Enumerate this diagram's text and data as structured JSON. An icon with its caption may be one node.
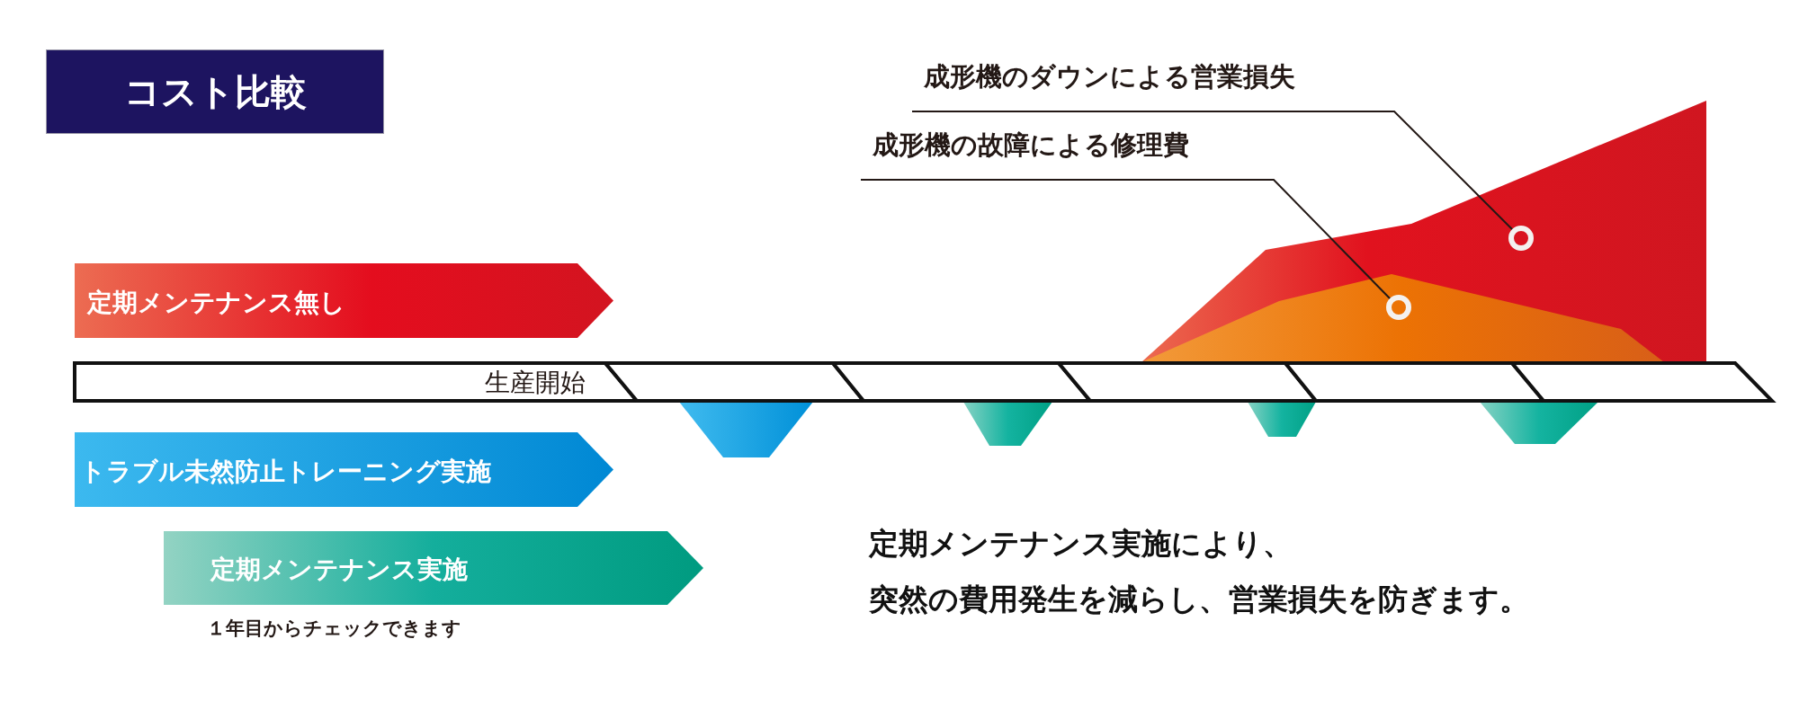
{
  "diagram": {
    "title": "コスト比較",
    "nodes": [
      {
        "text": [
          "定期メンテナンス無し"
        ]
      },
      {
        "text": [
          "トラブル未然防止トレーニング実施"
        ]
      },
      {
        "text": [
          "定期メンテナンス実施"
        ],
        "beside": [
          "１年目からチェックできます"
        ]
      },
      {
        "text": [
          "生産開始"
        ]
      },
      {
        "text": [],
        "shape": "box"
      },
      {
        "text": [],
        "shape": "box"
      },
      {
        "text": [],
        "shape": "box"
      },
      {
        "text": [],
        "shape": "box"
      },
      {
        "text": [],
        "shape": "box"
      },
      {
        "text": [
          "成形機のダウンによる営業損失"
        ]
      },
      {
        "text": [
          "成形機の故障による修理費"
        ]
      },
      {
        "text": [],
        "shape": "circle"
      },
      {
        "text": [],
        "shape": "circle"
      }
    ],
    "edges": [
      {
        "from": 9,
        "to": 11,
        "arrow": "none"
      },
      {
        "from": 10,
        "to": 12,
        "arrow": "none"
      }
    ],
    "labels": [
      "定期メンテナンス実施により、突然の費用発生を減らし、営業損失を防ぎます。"
    ]
  }
}
